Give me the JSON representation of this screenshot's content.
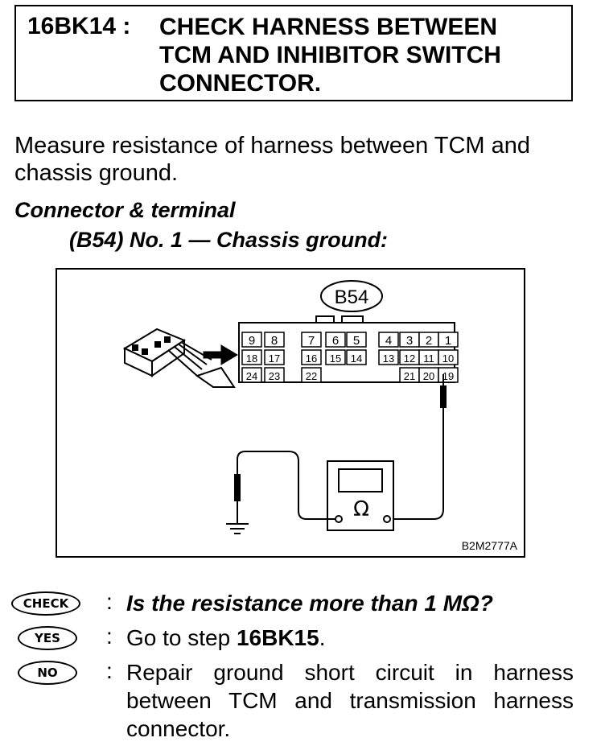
{
  "step": {
    "code": "16BK14 :",
    "title_lines": [
      "CHECK HARNESS BETWEEN",
      "TCM AND INHIBITOR SWITCH",
      "CONNECTOR."
    ]
  },
  "instruction": {
    "line1": "Measure resistance of harness between TCM and",
    "line2": "chassis ground."
  },
  "connector": {
    "label": "Connector & terminal",
    "detail": "(B54) No. 1 — Chassis ground:"
  },
  "figure": {
    "connector_id": "B54",
    "terminal_rows": [
      [
        "9",
        "8",
        "7",
        "6",
        "5",
        "4",
        "3",
        "2",
        "1"
      ],
      [
        "18",
        "17",
        "16",
        "15",
        "14",
        "13",
        "12",
        "11",
        "10"
      ],
      [
        "24",
        "23",
        "22",
        "21",
        "20",
        "19"
      ]
    ],
    "meter_symbol": "Ω",
    "figure_code": "B2M2777A"
  },
  "qa": {
    "check": {
      "badge": "CHECK",
      "sep": ":",
      "text": "Is the resistance more than 1 MΩ?"
    },
    "yes": {
      "badge": "YES",
      "sep": ":",
      "text_prefix": "Go to step ",
      "text_step": "16BK15",
      "text_suffix": "."
    },
    "no": {
      "badge": "NO",
      "sep": ":",
      "text": "Repair ground short circuit in harness between TCM and transmission harness connector."
    }
  }
}
